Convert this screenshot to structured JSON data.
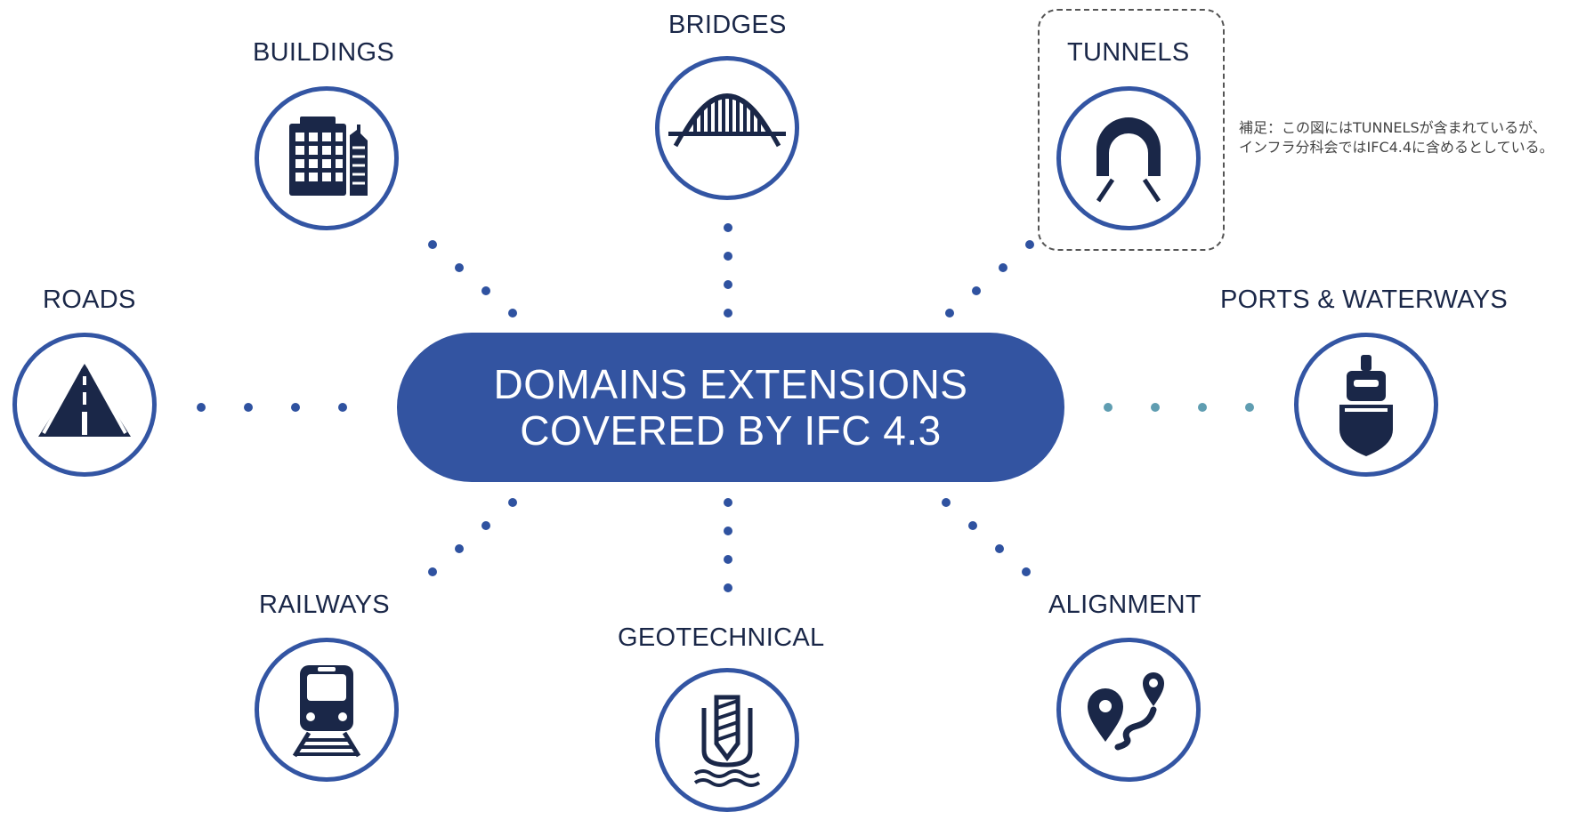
{
  "hub": {
    "line1": "DOMAINS EXTENSIONS",
    "line2": "COVERED BY IFC 4.3"
  },
  "domains": [
    {
      "label": "BUILDINGS",
      "icon": "building-icon"
    },
    {
      "label": "BRIDGES",
      "icon": "bridge-icon"
    },
    {
      "label": "TUNNELS",
      "icon": "tunnel-icon"
    },
    {
      "label": "ROADS",
      "icon": "road-icon"
    },
    {
      "label": "PORTS & WATERWAYS",
      "icon": "ship-icon"
    },
    {
      "label": "RAILWAYS",
      "icon": "train-icon"
    },
    {
      "label": "GEOTECHNICAL",
      "icon": "drill-icon"
    },
    {
      "label": "ALIGNMENT",
      "icon": "map-pin-route-icon"
    }
  ],
  "note": {
    "line1": "補足：この図にはTUNNELSが含まれているが、",
    "line2": "インフラ分科会ではIFC4.4に含めるとしている。"
  },
  "colors": {
    "primary": "#3354a1",
    "icon": "#1a2748",
    "accent_dots": "#5f9db1"
  }
}
